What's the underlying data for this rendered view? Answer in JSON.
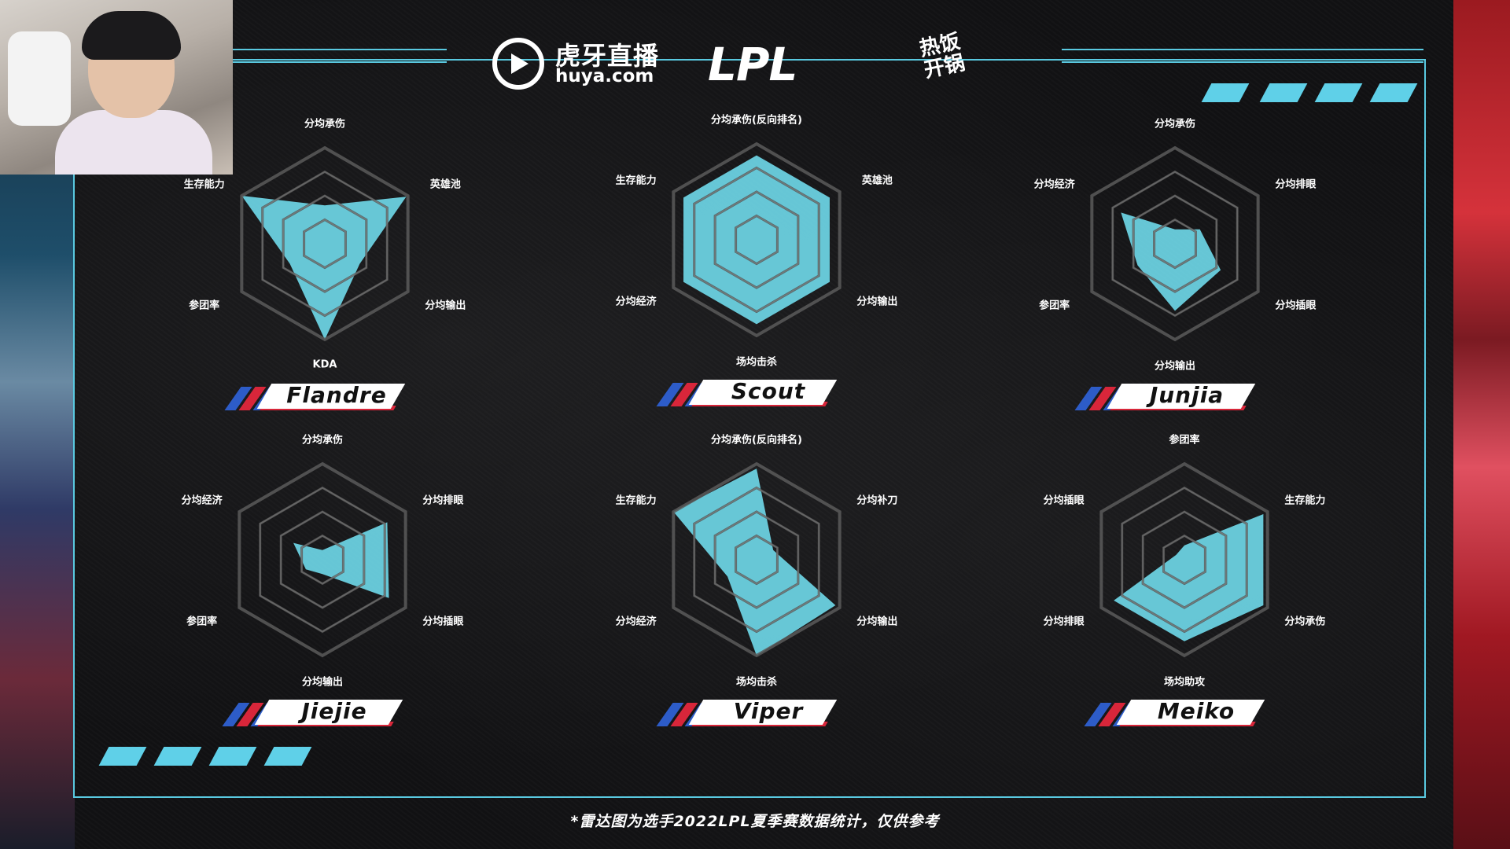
{
  "header": {
    "huya_name": "虎牙直播",
    "huya_url": "huya.com",
    "league": "LPL",
    "show_line1": "热饭",
    "show_line2": "开锅"
  },
  "footer": {
    "note": "*雷达图为选手2022LPL夏季赛数据统计，仅供参考"
  },
  "colors": {
    "fill": "#6ed6e6",
    "frame": "#59c9e0",
    "grid": "#4a4a4a",
    "accent_red": "#d8263a",
    "accent_blue": "#2d5cc8"
  },
  "chart_data": [
    {
      "type": "radar",
      "player": "Flandre",
      "axes": [
        "分均承伤",
        "英雄池",
        "分均输出",
        "KDA",
        "参团率",
        "生存能力"
      ],
      "values": [
        0.4,
        0.98,
        0.42,
        1.0,
        0.42,
        1.0
      ],
      "range": [
        0,
        1
      ]
    },
    {
      "type": "radar",
      "player": "Scout",
      "axes": [
        "分均承伤(反向排名)",
        "英雄池",
        "分均输出",
        "场均击杀",
        "分均经济",
        "生存能力"
      ],
      "values": [
        0.88,
        0.88,
        0.88,
        0.88,
        0.88,
        0.88
      ],
      "range": [
        0,
        1
      ]
    },
    {
      "type": "radar",
      "player": "Junjia",
      "axes": [
        "分均承伤",
        "分均排眼",
        "分均插眼",
        "分均输出",
        "参团率",
        "分均经济"
      ],
      "values": [
        0.15,
        0.3,
        0.55,
        0.7,
        0.45,
        0.65
      ],
      "range": [
        0,
        1
      ]
    },
    {
      "type": "radar",
      "player": "Jiejie",
      "axes": [
        "分均承伤",
        "分均排眼",
        "分均插眼",
        "分均输出",
        "参团率",
        "分均经济"
      ],
      "values": [
        0.1,
        0.78,
        0.8,
        0.15,
        0.2,
        0.35
      ],
      "range": [
        0,
        1
      ]
    },
    {
      "type": "radar",
      "player": "Viper",
      "axes": [
        "分均承伤(反向排名)",
        "分均补刀",
        "分均输出",
        "场均击杀",
        "分均经济",
        "生存能力"
      ],
      "values": [
        0.95,
        0.2,
        0.95,
        1.0,
        0.35,
        1.0
      ],
      "range": [
        0,
        1
      ]
    },
    {
      "type": "radar",
      "player": "Meiko",
      "axes": [
        "参团率",
        "生存能力",
        "分均承伤",
        "场均助攻",
        "分均排眼",
        "分均插眼"
      ],
      "values": [
        0.15,
        0.95,
        0.95,
        0.85,
        0.85,
        0.1
      ],
      "range": [
        0,
        1
      ]
    }
  ]
}
